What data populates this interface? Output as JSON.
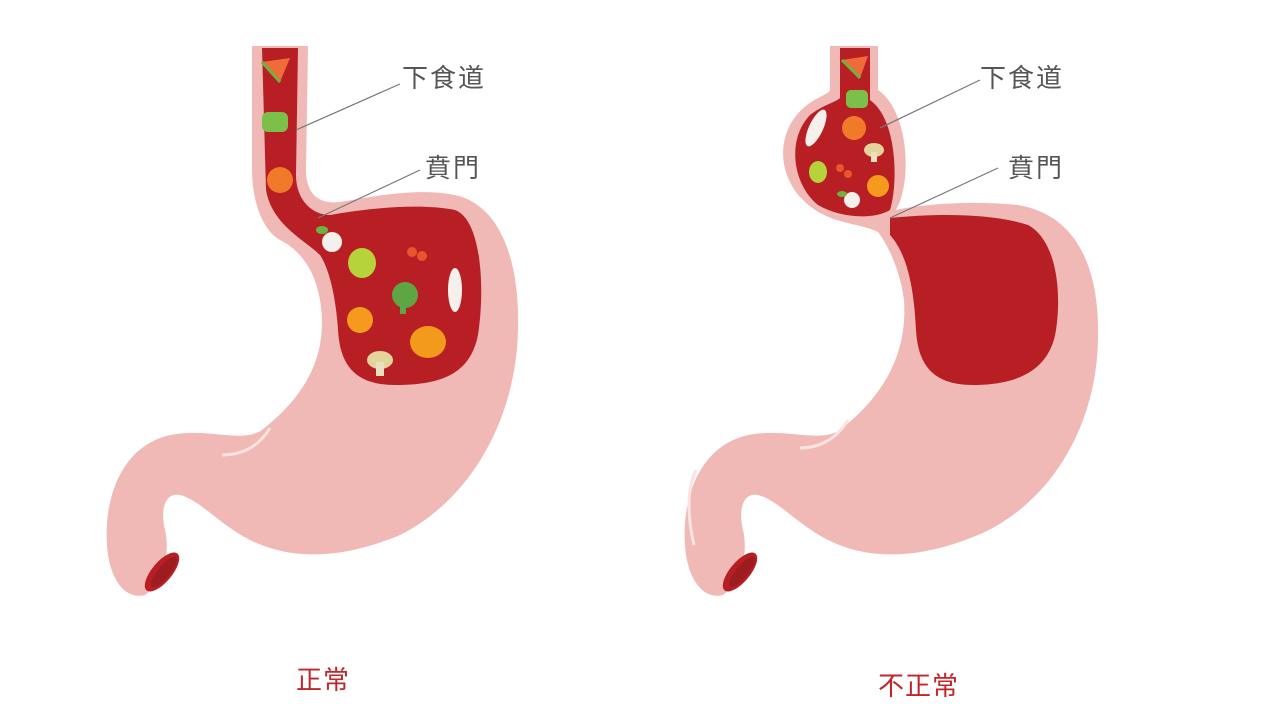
{
  "diagram": {
    "colors": {
      "stomach_wall": "#f0b9b5",
      "lumen": "#b81f24",
      "highlight": "#fbe3e1",
      "duodenum_inner": "#9c1c1f",
      "label_text": "#555555",
      "caption_text": "#c0262a",
      "leader_line": "#777777"
    },
    "panels": [
      {
        "id": "normal",
        "caption": "正常",
        "labels": {
          "lower_esophagus": "下食道",
          "cardia": "賁門"
        },
        "food_items": [
          "watermelon",
          "green-pepper",
          "strawberry",
          "turnip",
          "pear",
          "cherries",
          "broccoli",
          "daikon",
          "orange",
          "pumpkin",
          "mushroom"
        ]
      },
      {
        "id": "abnormal",
        "caption": "不正常",
        "labels": {
          "lower_esophagus": "下食道",
          "cardia": "賁門"
        },
        "food_items": [
          "watermelon",
          "green-pepper",
          "daikon",
          "strawberry",
          "mushroom",
          "pear",
          "cherries",
          "orange",
          "turnip"
        ]
      }
    ]
  }
}
